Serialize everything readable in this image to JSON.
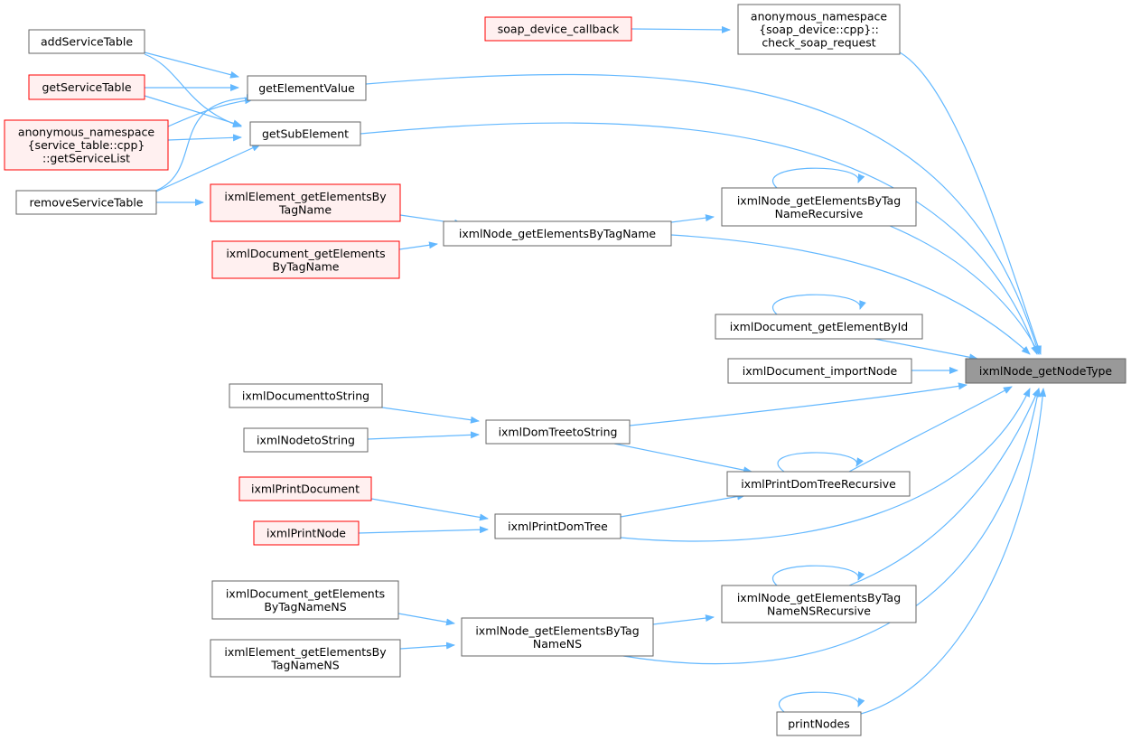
{
  "graph": {
    "colors": {
      "edge": "#63b8ff",
      "normal_fill": "#ffffff",
      "normal_border": "#666666",
      "incomplete_fill": "#fff0f0",
      "incomplete_border": "#ff0000",
      "focus_fill": "#999999",
      "focus_border": "#666666"
    },
    "nodes": [
      {
        "id": "focus",
        "lines": [
          "ixmlNode_getNodeType"
        ],
        "style": "focus"
      },
      {
        "id": "soap_cb",
        "lines": [
          "soap_device_callback"
        ],
        "style": "incomplete"
      },
      {
        "id": "check_soap",
        "lines": [
          "anonymous_namespace",
          "{soap_device::cpp}::",
          "check_soap_request"
        ],
        "style": "normal"
      },
      {
        "id": "addST",
        "lines": [
          "addServiceTable"
        ],
        "style": "normal"
      },
      {
        "id": "getST",
        "lines": [
          "getServiceTable"
        ],
        "style": "incomplete"
      },
      {
        "id": "getSL",
        "lines": [
          "anonymous_namespace",
          "{service_table::cpp}",
          "::getServiceList"
        ],
        "style": "incomplete"
      },
      {
        "id": "removeST",
        "lines": [
          "removeServiceTable"
        ],
        "style": "normal"
      },
      {
        "id": "getEV",
        "lines": [
          "getElementValue"
        ],
        "style": "normal"
      },
      {
        "id": "getSE",
        "lines": [
          "getSubElement"
        ],
        "style": "normal"
      },
      {
        "id": "elemByTag",
        "lines": [
          "ixmlElement_getElementsBy",
          "TagName"
        ],
        "style": "incomplete"
      },
      {
        "id": "docByTag",
        "lines": [
          "ixmlDocument_getElements",
          "ByTagName"
        ],
        "style": "incomplete"
      },
      {
        "id": "nodeByTag",
        "lines": [
          "ixmlNode_getElementsByTagName"
        ],
        "style": "normal"
      },
      {
        "id": "nodeByTagRec",
        "lines": [
          "ixmlNode_getElementsByTag",
          "NameRecursive"
        ],
        "style": "normal"
      },
      {
        "id": "docById",
        "lines": [
          "ixmlDocument_getElementById"
        ],
        "style": "normal"
      },
      {
        "id": "docImport",
        "lines": [
          "ixmlDocument_importNode"
        ],
        "style": "normal"
      },
      {
        "id": "docToStr",
        "lines": [
          "ixmlDocumenttoString"
        ],
        "style": "normal"
      },
      {
        "id": "nodeToStr",
        "lines": [
          "ixmlNodetoString"
        ],
        "style": "normal"
      },
      {
        "id": "domToStr",
        "lines": [
          "ixmlDomTreetoString"
        ],
        "style": "normal"
      },
      {
        "id": "printDomRec",
        "lines": [
          "ixmlPrintDomTreeRecursive"
        ],
        "style": "normal"
      },
      {
        "id": "printDoc",
        "lines": [
          "ixmlPrintDocument"
        ],
        "style": "incomplete"
      },
      {
        "id": "printNode",
        "lines": [
          "ixmlPrintNode"
        ],
        "style": "incomplete"
      },
      {
        "id": "printDom",
        "lines": [
          "ixmlPrintDomTree"
        ],
        "style": "normal"
      },
      {
        "id": "docByTagNS",
        "lines": [
          "ixmlDocument_getElements",
          "ByTagNameNS"
        ],
        "style": "normal"
      },
      {
        "id": "elemByTagNS",
        "lines": [
          "ixmlElement_getElementsBy",
          "TagNameNS"
        ],
        "style": "normal"
      },
      {
        "id": "nodeByTagNS",
        "lines": [
          "ixmlNode_getElementsByTag",
          "NameNS"
        ],
        "style": "normal"
      },
      {
        "id": "nodeByTagNSRec",
        "lines": [
          "ixmlNode_getElementsByTag",
          "NameNSRecursive"
        ],
        "style": "normal"
      },
      {
        "id": "printNodes",
        "lines": [
          "printNodes"
        ],
        "style": "normal"
      }
    ],
    "edges": [
      {
        "from": "soap_cb",
        "to": "check_soap"
      },
      {
        "from": "check_soap",
        "to": "focus"
      },
      {
        "from": "addST",
        "to": "getEV"
      },
      {
        "from": "addST",
        "to": "getSE"
      },
      {
        "from": "getST",
        "to": "getEV"
      },
      {
        "from": "getST",
        "to": "getSE"
      },
      {
        "from": "getSL",
        "to": "getEV"
      },
      {
        "from": "getSL",
        "to": "getSE"
      },
      {
        "from": "removeST",
        "to": "getEV"
      },
      {
        "from": "removeST",
        "to": "getSE"
      },
      {
        "from": "removeST",
        "to": "elemByTag"
      },
      {
        "from": "getEV",
        "to": "focus"
      },
      {
        "from": "getSE",
        "to": "focus"
      },
      {
        "from": "elemByTag",
        "to": "nodeByTag"
      },
      {
        "from": "docByTag",
        "to": "nodeByTag"
      },
      {
        "from": "nodeByTag",
        "to": "nodeByTagRec"
      },
      {
        "from": "nodeByTag",
        "to": "focus"
      },
      {
        "from": "nodeByTagRec",
        "to": "nodeByTagRec"
      },
      {
        "from": "nodeByTagRec",
        "to": "focus"
      },
      {
        "from": "docById",
        "to": "docById"
      },
      {
        "from": "docById",
        "to": "focus"
      },
      {
        "from": "docImport",
        "to": "focus"
      },
      {
        "from": "docToStr",
        "to": "domToStr"
      },
      {
        "from": "nodeToStr",
        "to": "domToStr"
      },
      {
        "from": "domToStr",
        "to": "printDomRec"
      },
      {
        "from": "domToStr",
        "to": "focus"
      },
      {
        "from": "printDomRec",
        "to": "printDomRec"
      },
      {
        "from": "printDomRec",
        "to": "focus"
      },
      {
        "from": "printDoc",
        "to": "printDom"
      },
      {
        "from": "printNode",
        "to": "printDom"
      },
      {
        "from": "printDom",
        "to": "printDomRec"
      },
      {
        "from": "printDom",
        "to": "focus"
      },
      {
        "from": "docByTagNS",
        "to": "nodeByTagNS"
      },
      {
        "from": "elemByTagNS",
        "to": "nodeByTagNS"
      },
      {
        "from": "nodeByTagNS",
        "to": "nodeByTagNSRec"
      },
      {
        "from": "nodeByTagNS",
        "to": "focus"
      },
      {
        "from": "nodeByTagNSRec",
        "to": "nodeByTagNSRec"
      },
      {
        "from": "nodeByTagNSRec",
        "to": "focus"
      },
      {
        "from": "printNodes",
        "to": "printNodes"
      },
      {
        "from": "printNodes",
        "to": "focus"
      }
    ]
  }
}
